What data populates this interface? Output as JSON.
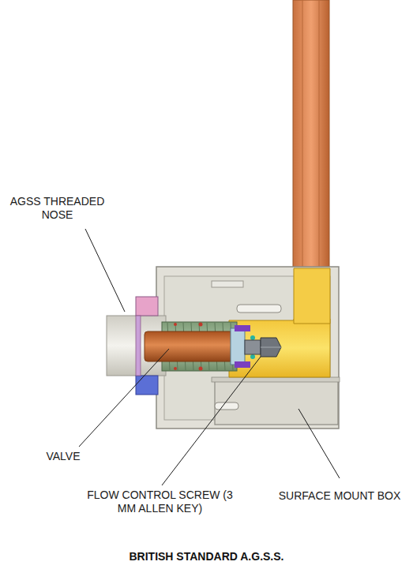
{
  "diagram": {
    "caption": "BRITISH STANDARD A.G.S.S.",
    "labels": [
      "AGSS THREADED NOSE",
      "VALVE",
      "FLOW CONTROL SCREW (3 MM ALLEN KEY)",
      "SURFACE MOUNT BOX"
    ]
  }
}
